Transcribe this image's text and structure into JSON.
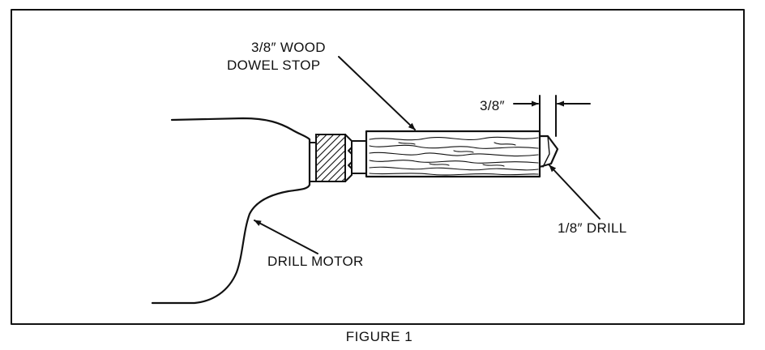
{
  "figure": {
    "caption": "FIGURE 1",
    "labels": {
      "dowel_line1": "3/8″ WOOD",
      "dowel_line2": "DOWEL STOP",
      "gap": "3/8″",
      "drill_bit": "1/8″ DRILL",
      "drill_motor": "DRILL MOTOR"
    }
  }
}
